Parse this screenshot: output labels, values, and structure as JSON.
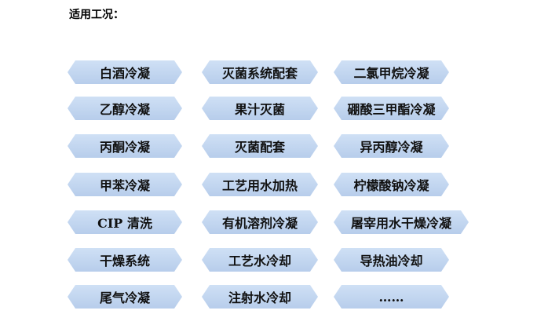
{
  "title": "适用工况：",
  "columns": [
    [
      "白酒冷凝",
      "乙醇冷凝",
      "丙酮冷凝",
      "甲苯冷凝",
      "CIP 清洗",
      "干燥系统",
      "尾气冷凝"
    ],
    [
      "灭菌系统配套",
      "果汁灭菌",
      "灭菌配套",
      "工艺用水加热",
      "有机溶剂冷凝",
      "工艺水冷却",
      "注射水冷却"
    ],
    [
      "二氯甲烷冷凝",
      "硼酸三甲酯冷凝",
      "异丙醇冷凝",
      "柠檬酸钠冷凝",
      "屠宰用水干燥冷凝",
      "导热油冷却",
      "……"
    ]
  ]
}
